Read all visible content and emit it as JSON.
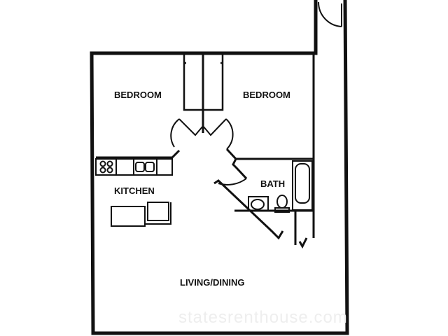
{
  "rooms": {
    "bedroom_left": "BEDROOM",
    "bedroom_right": "BEDROOM",
    "kitchen": "KITCHEN",
    "bath": "BATH",
    "living": "LIVING/DINING"
  },
  "watermark": "statesrenthouse.com",
  "colors": {
    "wall": "#111111",
    "background": "#ffffff"
  }
}
